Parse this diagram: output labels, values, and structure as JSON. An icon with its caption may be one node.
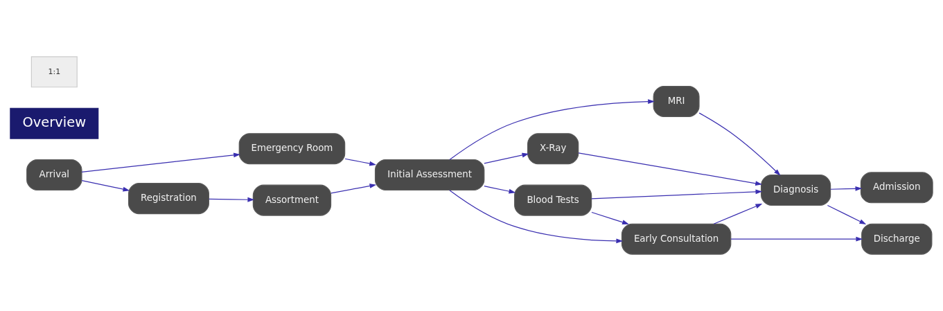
{
  "diagram": {
    "nodes": [
      {
        "text": [
          "Arrival"
        ]
      },
      {
        "text": [
          "Emergency Room"
        ]
      },
      {
        "text": [
          "Registration"
        ]
      },
      {
        "text": [
          "Assortment"
        ]
      },
      {
        "text": [
          "Initial Assessment"
        ]
      },
      {
        "text": [
          "MRI"
        ]
      },
      {
        "text": [
          "X-Ray"
        ]
      },
      {
        "text": [
          "Blood Tests"
        ]
      },
      {
        "text": [
          "Early Consultation"
        ]
      },
      {
        "text": [
          "Diagnosis"
        ]
      },
      {
        "text": [
          "Admission"
        ]
      },
      {
        "text": [
          "Discharge"
        ]
      }
    ],
    "edges": [
      {
        "from": 0,
        "to": 1,
        "arrow": "to"
      },
      {
        "from": 0,
        "to": 2,
        "arrow": "to"
      },
      {
        "from": 2,
        "to": 3,
        "arrow": "to"
      },
      {
        "from": 1,
        "to": 4,
        "arrow": "to"
      },
      {
        "from": 3,
        "to": 4,
        "arrow": "to"
      },
      {
        "from": 4,
        "to": 5,
        "arrow": "to"
      },
      {
        "from": 4,
        "to": 6,
        "arrow": "to"
      },
      {
        "from": 4,
        "to": 7,
        "arrow": "to"
      },
      {
        "from": 4,
        "to": 8,
        "arrow": "to"
      },
      {
        "from": 5,
        "to": 9,
        "arrow": "to"
      },
      {
        "from": 6,
        "to": 9,
        "arrow": "to"
      },
      {
        "from": 7,
        "to": 9,
        "arrow": "to"
      },
      {
        "from": 7,
        "to": 8,
        "arrow": "to"
      },
      {
        "from": 8,
        "to": 9,
        "arrow": "to"
      },
      {
        "from": 9,
        "to": 10,
        "arrow": "to"
      },
      {
        "from": 9,
        "to": 11,
        "arrow": "to"
      },
      {
        "from": 8,
        "to": 11,
        "arrow": "to"
      }
    ],
    "labels": [
      "Overview",
      "1:1"
    ]
  }
}
